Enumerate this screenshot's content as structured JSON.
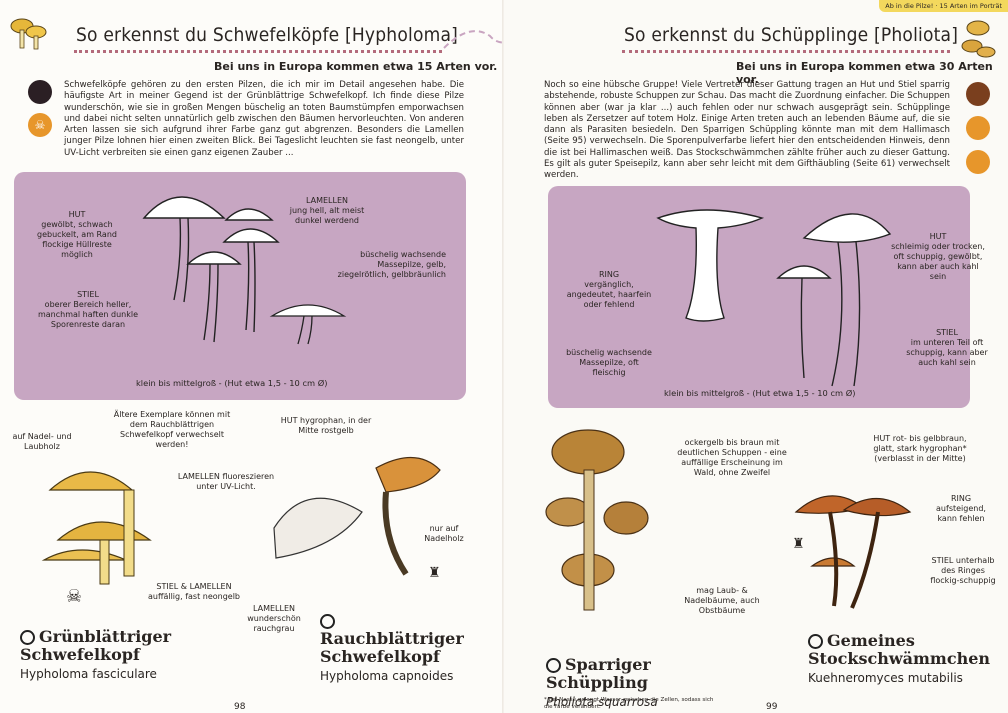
{
  "left": {
    "title": "So erkennst du Schwefelköpfe [Hypholoma]",
    "subtitle": "Bei uns in Europa kommen etwa 15 Arten vor.",
    "intro": "Schwefelköpfe gehören zu den ersten Pilzen, die ich mir im Detail angesehen habe. Die häufigste Art in meiner Gegend ist der Grünblättrige Schwefelkopf. Ich finde diese Pilze wunderschön, wie sie in großen Mengen büschelig an toten Baumstümpfen emporwachsen und dabei nicht selten unnatürlich gelb zwischen den Bäumen hervorleuchten. Von anderen Arten lassen sie sich aufgrund ihrer Farbe ganz gut abgrenzen. Besonders die Lamellen junger Pilze lohnen hier einen zweiten Blick. Bei Tageslicht leuchten sie fast neongelb, unter UV-Licht verbreiten sie einen ganz eigenen Zauber ...",
    "box_labels": {
      "hut": "HUT",
      "hut_desc": "gewölbt, schwach gebuckelt, am Rand flockige Hüllreste möglich",
      "lamellen": "LAMELLEN",
      "lamellen_desc": "jung hell, alt meist dunkel werdend",
      "growth": "büschelig wachsende Massepilze, gelb, ziegelrötlich, gelbbräunlich",
      "stiel": "STIEL",
      "stiel_desc": "oberer Bereich heller, manchmal haften dunkle Sporenreste daran",
      "size": "klein bis mittelgroß - (Hut etwa 1,5 - 10 cm Ø)"
    },
    "species1": {
      "label_habitat": "auf Nadel- und Laubholz",
      "label_confusion": "Ältere Exemplare können mit dem Rauchblättrigen Schwefelkopf verwechselt werden!",
      "label_lamellen": "LAMELLEN fluoreszieren unter UV-Licht.",
      "label_stiel": "STIEL & LAMELLEN auffällig, fast neongelb",
      "common": "Grünblättriger Schwefelkopf",
      "latin": "Hypholoma fasciculare"
    },
    "species2": {
      "label_hut": "HUT hygrophan, in der Mitte rostgelb",
      "label_habitat": "nur auf Nadelholz",
      "label_lamellen": "LAMELLEN wunderschön rauchgrau",
      "common": "Rauchblättriger Schwefelkopf",
      "latin": "Hypholoma capnoides"
    },
    "page_number": "98"
  },
  "right": {
    "header_tab": "Ab in die Pilze! · 15 Arten im Porträt",
    "title": "So erkennst du Schüpplinge [Pholiota]",
    "subtitle": "Bei uns in Europa kommen etwa 30 Arten vor.",
    "intro": "Noch so eine hübsche Gruppe! Viele Vertreter dieser Gattung tragen an Hut und Stiel sparrig abstehende, robuste Schuppen zur Schau. Das macht die Zuordnung einfacher. Die Schuppen können aber (war ja klar ...) auch fehlen oder nur schwach ausgeprägt sein. Schüpplinge leben als Zersetzer auf totem Holz. Einige Arten treten auch an lebenden Bäume auf, die sie dann als Parasiten besiedeln. Den Sparrigen Schüppling könnte man mit dem Hallimasch (Seite 95) verwechseln. Die Sporenpulverfarbe liefert hier den entscheidenden Hinweis, denn die ist bei Hallimaschen weiß. Das Stockschwämmchen zählte früher auch zu dieser Gattung. Es gilt als guter Speisepilz, kann aber sehr leicht mit dem Gifthäubling (Seite 61) verwechselt werden.",
    "box_labels": {
      "ring": "RING",
      "ring_desc": "vergänglich, angedeutet, haarfein oder fehlend",
      "hut": "HUT",
      "hut_desc": "schleimig oder trocken, oft schuppig, gewölbt, kann aber auch kahl sein",
      "stiel": "STIEL",
      "stiel_desc": "im unteren Teil oft schuppig, kann aber auch kahl sein",
      "growth": "büschelig wachsende Massepilze, oft fleischig",
      "size": "klein bis mittelgroß - (Hut etwa 1,5 - 10 cm Ø)"
    },
    "species1": {
      "label_color": "ockergelb bis braun mit deutlichen Schuppen - eine auffällige Erscheinung im Wald, ohne Zweifel",
      "label_habitat": "mag Laub- & Nadelbäume, auch Obstbäume",
      "common": "Sparriger Schüppling",
      "latin": "Pholiota squarrosa",
      "note": "* Bei Nasse gelangt Wasser zwischen die Zellen, sodass sich die Farbe verändert."
    },
    "species2": {
      "label_hut": "HUT rot- bis gelbbraun, glatt, stark hygrophan* (verblasst in der Mitte)",
      "label_ring": "RING aufsteigend, kann fehlen",
      "label_stiel": "STIEL unterhalb des Ringes flockig-schuppig",
      "common": "Gemeines Stockschwämmchen",
      "latin": "Kuehneromyces mutabilis"
    },
    "page_number": "99"
  },
  "colors": {
    "purple_box": "#c7a6c2",
    "title_dots": "#b36a7b",
    "header_tab": "#f3d85d"
  },
  "icons": [
    "mushroom-cluster-icon",
    "dark-spore-icon",
    "cooking-icon",
    "skull-icon",
    "chef-hat-icon"
  ]
}
